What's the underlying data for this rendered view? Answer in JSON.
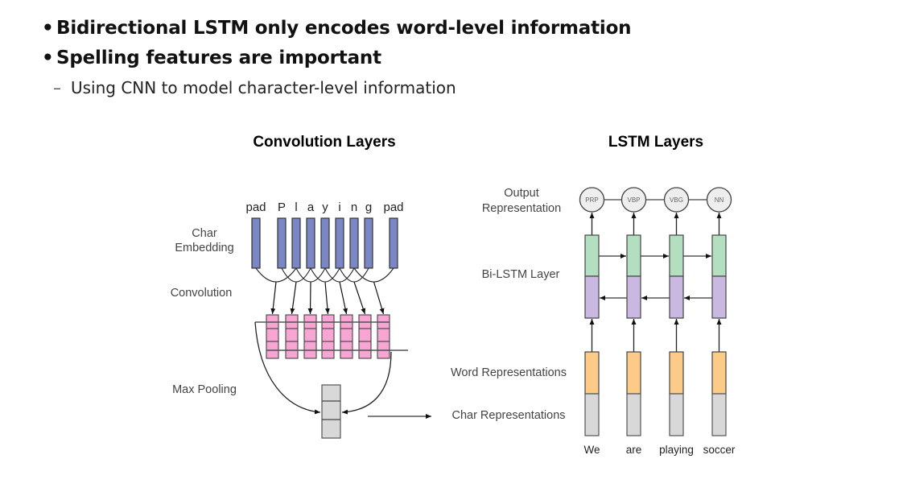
{
  "slide": {
    "bullets": [
      {
        "marker": "•",
        "text": "Bidirectional LSTM only encodes word-level information"
      },
      {
        "marker": "•",
        "text": "Spelling features are important"
      }
    ],
    "sub_bullets": [
      {
        "marker": "–",
        "text": "Using CNN to model character-level information"
      }
    ]
  },
  "diagram": {
    "cnn": {
      "title": "Convolution Layers",
      "labels": {
        "char_embedding_line1": "Char",
        "char_embedding_line2": "Embedding",
        "convolution": "Convolution",
        "max_pooling": "Max Pooling"
      },
      "characters": [
        "pad",
        "P",
        "l",
        "a",
        "y",
        "i",
        "n",
        "g",
        "pad"
      ],
      "conv_filters": 7,
      "colors": {
        "embedding": "#7b86c4",
        "conv": "#f7a6d3",
        "pool": "#d8d8d8"
      }
    },
    "lstm": {
      "title": "LSTM Layers",
      "labels": {
        "output_line1": "Output",
        "output_line2": "Representation",
        "bilstm": "Bi-LSTM Layer",
        "word_repr": "Word Representations",
        "char_repr": "Char Representations"
      },
      "output_tags": [
        "PRP",
        "VBP",
        "VBG",
        "NN"
      ],
      "words": [
        "We",
        "are",
        "playing",
        "soccer"
      ],
      "colors": {
        "forward": "#b3dfc0",
        "backward": "#c9b8e0",
        "word": "#fdcb88",
        "char": "#d8d8d8",
        "node": "#eeeeee"
      }
    }
  }
}
